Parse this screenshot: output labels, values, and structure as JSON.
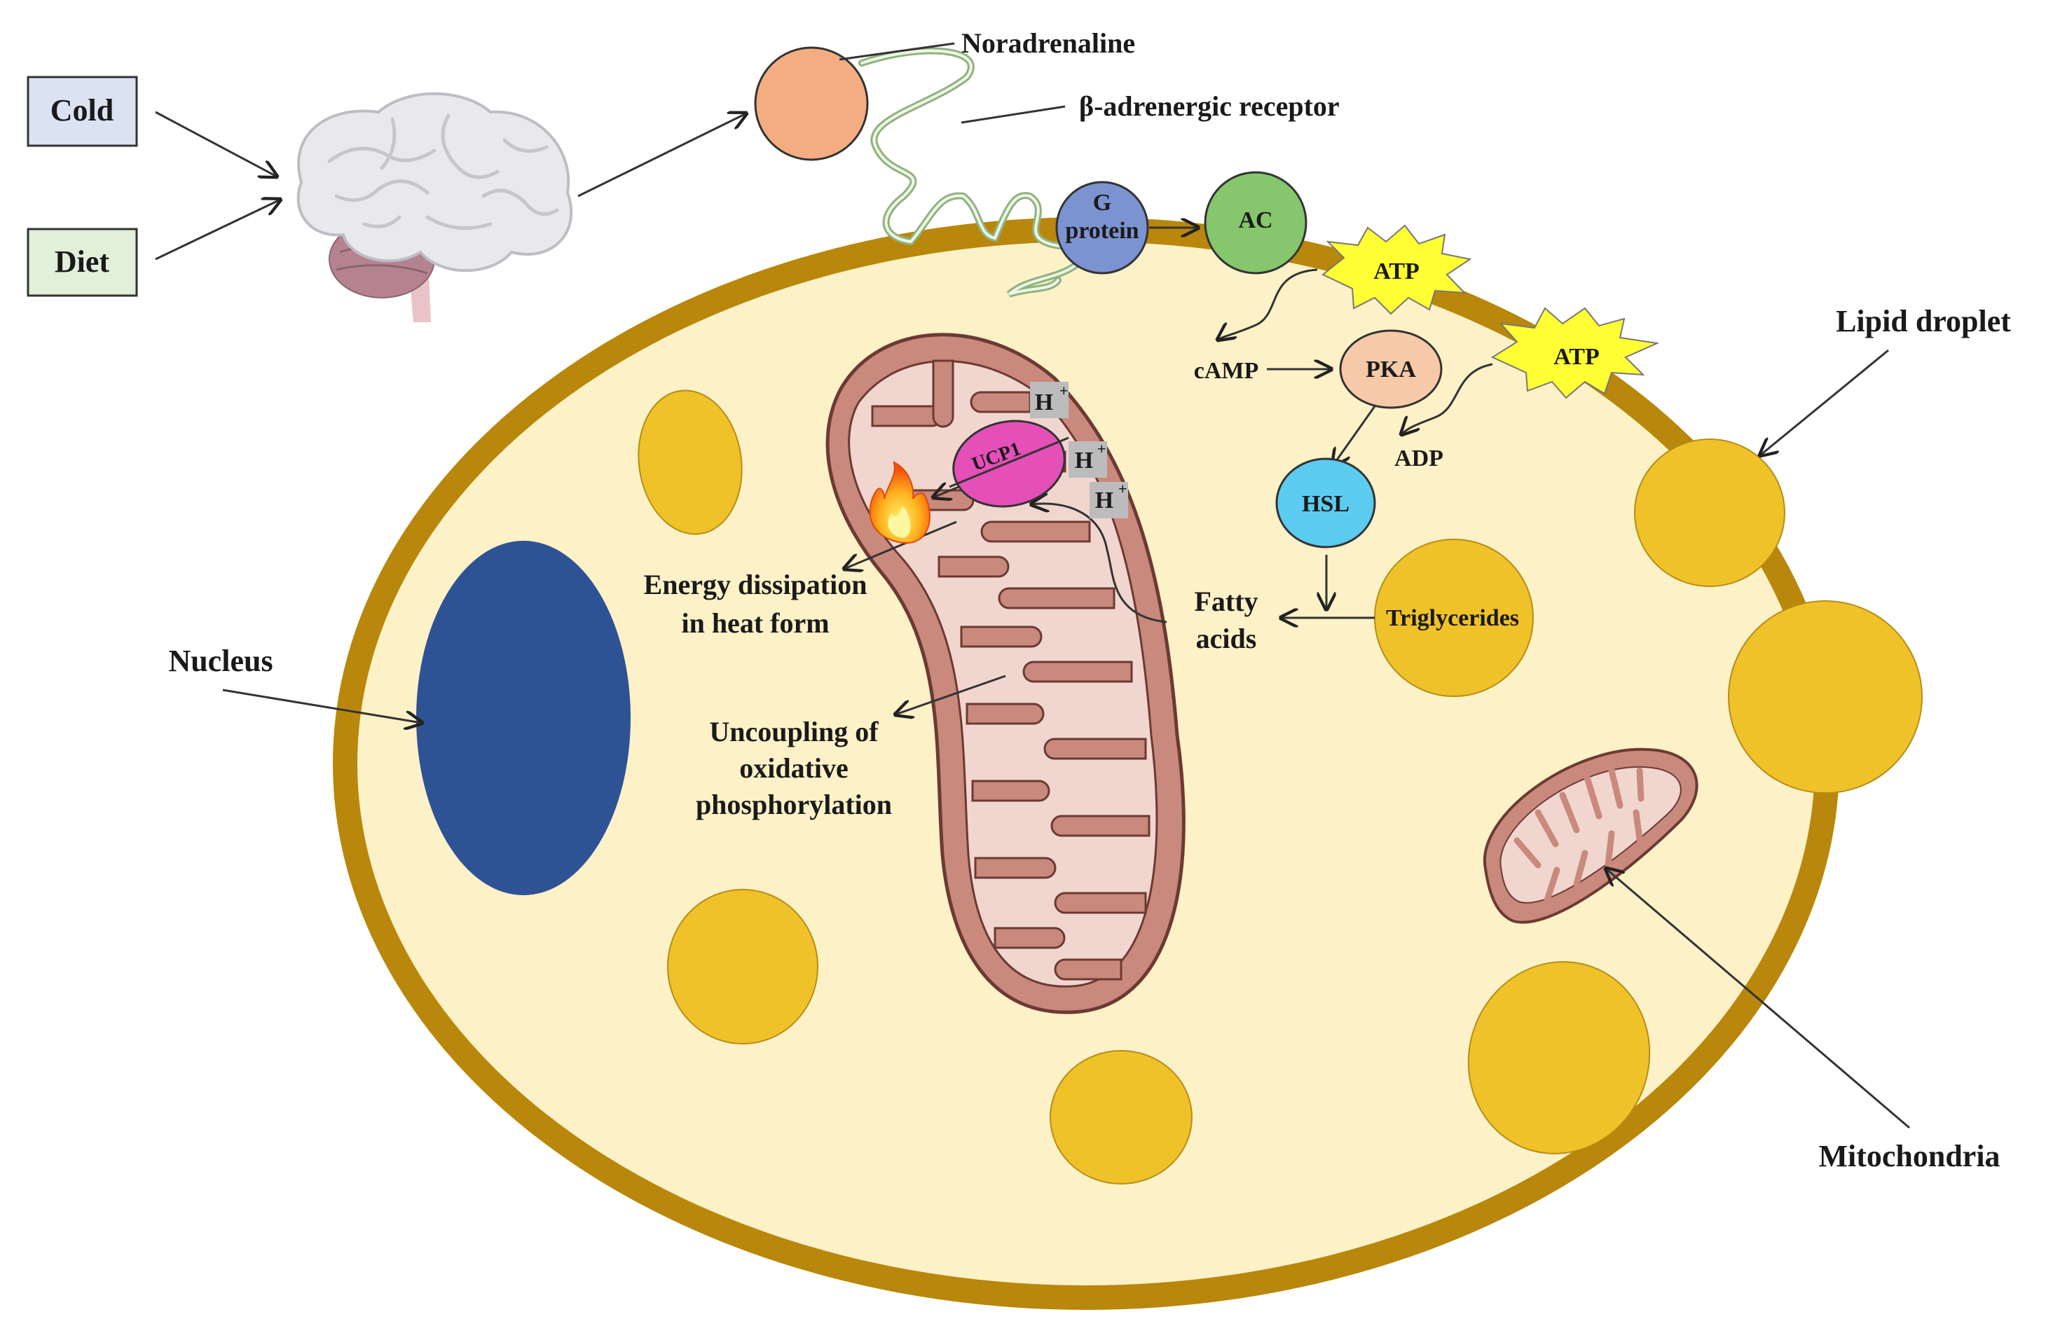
{
  "stimuli": {
    "cold": "Cold",
    "diet": "Diet"
  },
  "labels": {
    "noradrenaline": "Noradrenaline",
    "receptor": "β-adrenergic receptor",
    "g_protein_line1": "G",
    "g_protein_line2": "protein",
    "ac": "AC",
    "atp_1": "ATP",
    "atp_2": "ATP",
    "camp": "cAMP",
    "pka": "PKA",
    "adp": "ADP",
    "hsl": "HSL",
    "triglycerides": "Triglycerides",
    "fatty_acids_line1": "Fatty",
    "fatty_acids_line2": "acids",
    "ucp1": "UCP1",
    "h_plus_1": "H",
    "h_plus_2": "H",
    "h_plus_3": "H",
    "h_superscript": "+",
    "energy_line1": "Energy dissipation",
    "energy_line2": "in heat form",
    "uncoupling_line1": "Uncoupling  of",
    "uncoupling_line2": "oxidative",
    "uncoupling_line3": "phosphorylation",
    "nucleus": "Nucleus",
    "lipid_droplet": "Lipid droplet",
    "mitochondria": "Mitochondria"
  },
  "colors": {
    "cell_membrane": "#b8870b",
    "cytoplasm": "#fdf1c7",
    "nucleus": "#2e5395",
    "lipid_droplet": "#f0c22a",
    "mitochondrion_outer": "#c9897c",
    "mitochondrion_inner": "#f1d6cf",
    "g_protein": "#7b93d1",
    "ac": "#86c66d",
    "pka": "#f6c9a9",
    "hsl": "#5ccbf0",
    "ucp1": "#e44fb8",
    "noradrenaline": "#f4ad80",
    "atp_burst": "#ffff33",
    "receptor": "#8fb27f",
    "cold_box": "#dbe3f3",
    "diet_box": "#e2efd9"
  },
  "icons": [
    "brain-icon",
    "flame-icon"
  ]
}
